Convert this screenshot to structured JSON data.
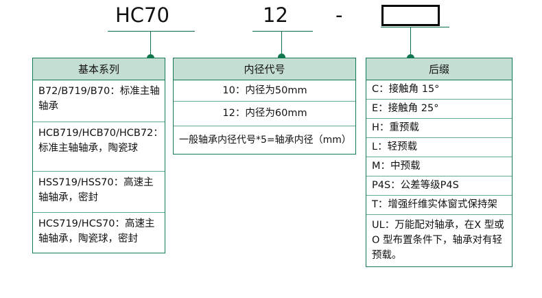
{
  "code_line": {
    "series_code": "HC70",
    "bore_code": "12",
    "separator": "-",
    "suffix_placeholder": ""
  },
  "tables": [
    {
      "id": "series",
      "header": "基本系列",
      "rows": [
        "B72/B719/B70：标准主轴轴承",
        "HCB719/HCB70/HCB72：标准主轴轴承，陶瓷球",
        "HSS719/HSS70：高速主轴轴承，密封",
        "HCS719/HCS70：高速主轴轴承，陶瓷球，密封"
      ]
    },
    {
      "id": "bore",
      "header": "内径代号",
      "rows": [
        "10：内径为50mm",
        "12：内径为60mm",
        "一般轴承内径代号*5=轴承内径（mm）"
      ]
    },
    {
      "id": "suffix",
      "header": "后缀",
      "rows": [
        "C：接触角 15°",
        "E：接触角 25°",
        "H：重预载",
        "L：轻预载",
        "M：中预载",
        "P4S：公差等级P4S",
        "T：增强纤维实体窗式保持架",
        "UL：万能配对轴承，在X 型或O 型布置条件下，轴承对有轻预载。"
      ]
    }
  ],
  "colors": {
    "accent_green": "#11774f",
    "header_fill": "#c5ded3",
    "row_border": "#63a98c",
    "text": "#111111",
    "box_border": "#000000"
  }
}
